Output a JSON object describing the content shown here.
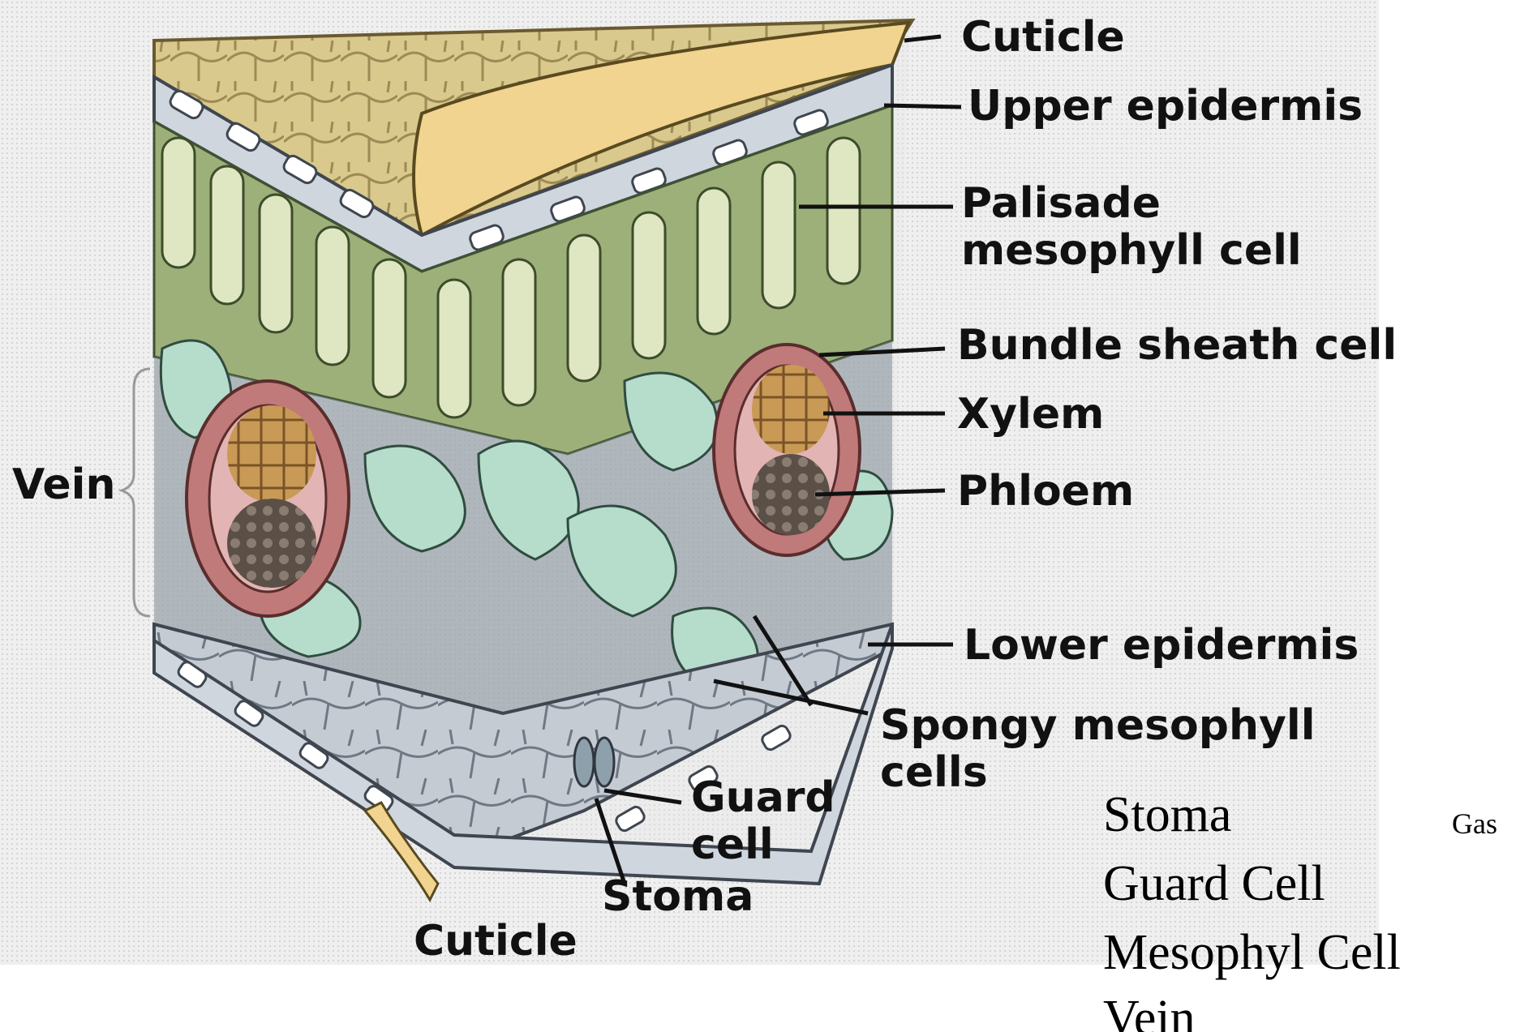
{
  "labels": {
    "cuticle_top": "Cuticle",
    "upper_epidermis": "Upper epidermis",
    "palisade_line1": "Palisade",
    "palisade_line2": "mesophyll cell",
    "bundle_sheath": "Bundle sheath cell",
    "xylem": "Xylem",
    "phloem": "Phloem",
    "vein": "Vein",
    "lower_epidermis": "Lower epidermis",
    "spongy_line1": "Spongy mesophyll",
    "spongy_line2": "cells",
    "guard_line1": "Guard",
    "guard_line2": "cell",
    "stoma": "Stoma",
    "cuticle_bottom": "Cuticle"
  },
  "word_list": {
    "stoma": "Stoma",
    "gas": "Gas",
    "guard_cell": "Guard Cell",
    "mesophyl_cell": "Mesophyl Cell",
    "vein": "Vein"
  }
}
